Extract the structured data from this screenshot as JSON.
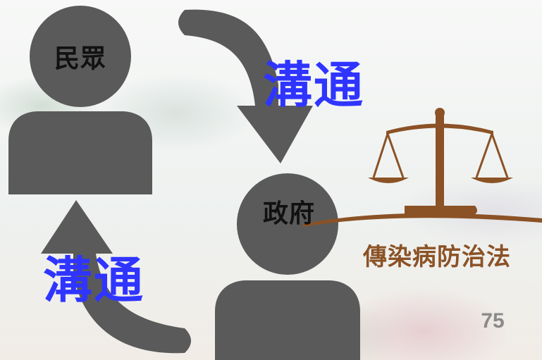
{
  "diagram": {
    "people": [
      {
        "id": "people",
        "label": "民眾"
      },
      {
        "id": "government",
        "label": "政府"
      }
    ],
    "communication_labels": [
      "溝通",
      "溝通"
    ],
    "law_label": "傳染病防治法",
    "page_number": "75"
  },
  "colors": {
    "figure": "#5a5a5a",
    "arrow": "#5a5a5a",
    "communication_text": "#2f35ff",
    "law": "#8b5226",
    "person_text": "#111111",
    "page_number": "#8a8a8a"
  },
  "icons": {
    "people": "person-silhouette",
    "government": "person-silhouette",
    "law": "scales-of-justice"
  }
}
